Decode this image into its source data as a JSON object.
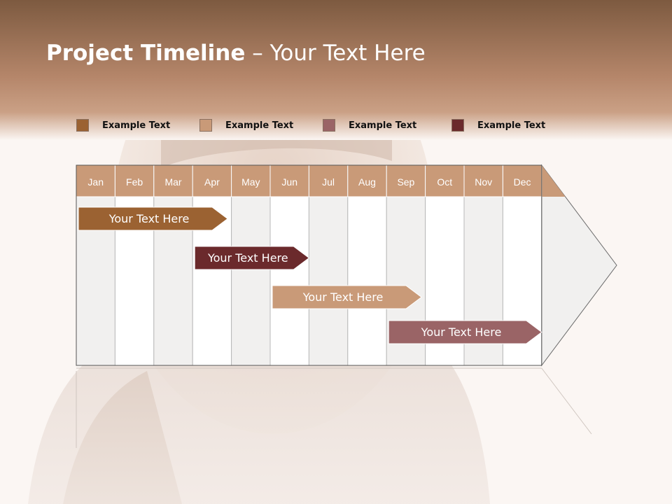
{
  "slide": {
    "title_bold": "Project Timeline",
    "title_rest": " – Your Text Here"
  },
  "legend": [
    {
      "label": "Example Text",
      "color": "#9b6232"
    },
    {
      "label": "Example Text",
      "color": "#c99a78"
    },
    {
      "label": "Example Text",
      "color": "#9a6466"
    },
    {
      "label": "Example Text",
      "color": "#6b2a2c"
    }
  ],
  "timeline": {
    "months": [
      "Jan",
      "Feb",
      "Mar",
      "Apr",
      "May",
      "Jun",
      "Jul",
      "Aug",
      "Sep",
      "Oct",
      "Nov",
      "Dec"
    ],
    "header_color": "#c99a78",
    "tasks": [
      {
        "label": "Your  Text Here",
        "start": 0,
        "end": 3.9,
        "color": "#9b6232"
      },
      {
        "label": "Your  Text Here",
        "start": 3,
        "end": 6,
        "color": "#6b2a2c"
      },
      {
        "label": "Your  Text Here",
        "start": 5,
        "end": 8.9,
        "color": "#c99a78"
      },
      {
        "label": "Your  Text Here",
        "start": 8,
        "end": 12,
        "color": "#9a6466"
      }
    ]
  }
}
